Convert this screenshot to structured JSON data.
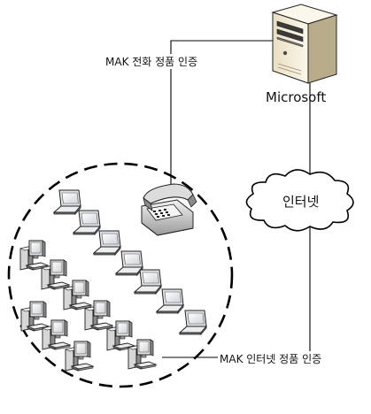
{
  "diagram": {
    "server_label": "Microsoft",
    "internet_label": "인터넷",
    "phone_activation_label": "MAK 전화 정품 인증",
    "internet_activation_label": "MAK 인터넷 정품 인증"
  },
  "icons": {
    "server": "server-tower-icon",
    "cloud": "cloud-icon",
    "phone": "telephone-icon",
    "laptop": "laptop-icon",
    "desktop": "desktop-computer-icon"
  },
  "colors": {
    "line": "#000000",
    "beige_light": "#f4eedc",
    "beige_dark": "#b9ac8a",
    "gray_light": "#e6e6e6",
    "gray_dark": "#707070"
  }
}
